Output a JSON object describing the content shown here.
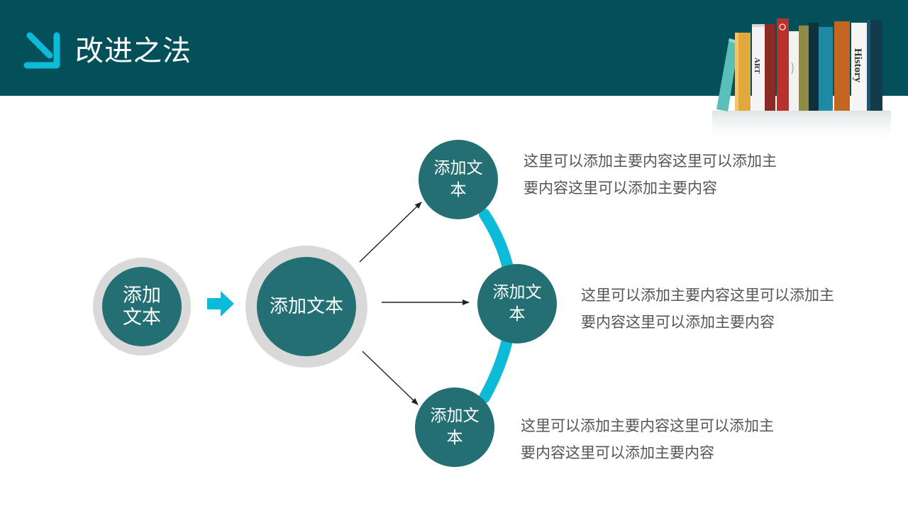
{
  "header": {
    "title": "改进之法",
    "accent_color": "#0bbbd7",
    "background_color": "#03505a",
    "icon": "arrow-down-right-icon",
    "book_spine_labels": [
      "ART",
      "History"
    ]
  },
  "diagram": {
    "node_color": "#236f73",
    "ring_color": "#d9d9d9",
    "arc_color": "#0bbbd7",
    "nodes": {
      "start": {
        "label": "添加文本",
        "lines": [
          "添加",
          "文本"
        ]
      },
      "center": {
        "label": "添加文本"
      },
      "top": {
        "lines": [
          "添加文",
          "本"
        ]
      },
      "middle": {
        "lines": [
          "添加文",
          "本"
        ]
      },
      "bottom": {
        "lines": [
          "添加文",
          "本"
        ]
      }
    },
    "descriptions": [
      {
        "lines": [
          "这里可以添加主要内容这里可以添加主",
          "要内容这里可以添加主要内容"
        ]
      },
      {
        "lines": [
          "这里可以添加主要内容这里可以添加主",
          "要内容这里可以添加主要内容"
        ]
      },
      {
        "lines": [
          "这里可以添加主要内容这里可以添加主",
          "要内容这里可以添加主要内容"
        ]
      }
    ]
  }
}
